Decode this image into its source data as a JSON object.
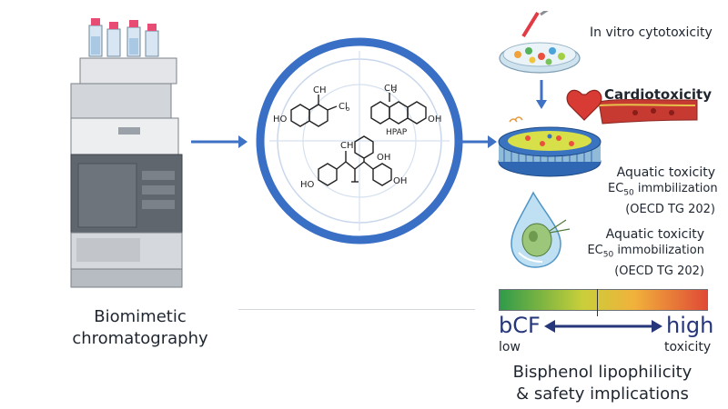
{
  "left": {
    "caption_line1": "Biomimetic",
    "caption_line2": "chromatography"
  },
  "center": {
    "molecule1": {
      "label_oh": "HO",
      "label_ch": "CH",
      "label_cl": "Cl",
      "label_cl_sub": "o"
    },
    "molecule2": {
      "label_ch": "CH",
      "label_ch_sub": "o",
      "label_hpap": "HPAP",
      "label_oh": "OH"
    },
    "molecule3": {
      "label_ch": "CH",
      "label_ho": "HO",
      "label_oh_top": "OH",
      "label_oh": "OH"
    }
  },
  "right": {
    "in_vitro_label": "In vitro cytotoxicity",
    "cardio_label": "Cardiotoxicity",
    "aquatic1": {
      "title": "Aquatic toxicity",
      "ec": "EC",
      "ec_sub": "50",
      "ec_rest": " immbilization",
      "guideline": "(OECD TG 202)"
    },
    "aquatic2": {
      "title": "Aquatic toxicity",
      "ec": "EC",
      "ec_sub": "50",
      "ec_rest": " immobilization",
      "guideline": "(OECD TG 202)"
    },
    "scale": {
      "left_big": "bCF",
      "left_small": "low",
      "right_big": "high",
      "right_small": "toxicity",
      "gradient": [
        "#2f9a4a",
        "#c9cf3a",
        "#f1b13b",
        "#e04a36"
      ]
    },
    "caption_line1": "Bisphenol lipophilicity",
    "caption_line2": "& safety implications"
  },
  "colors": {
    "arrow": "#3f72c4",
    "ring": "#3a6fc6"
  }
}
